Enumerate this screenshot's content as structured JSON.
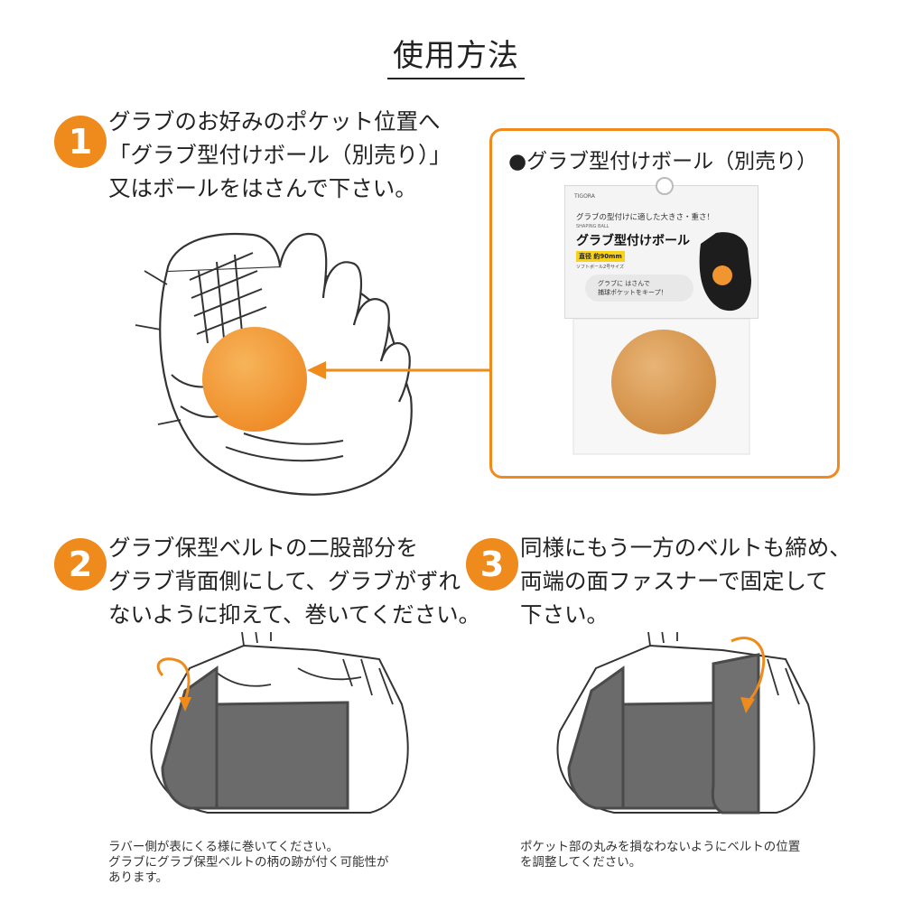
{
  "page": {
    "title": "使用方法"
  },
  "step1": {
    "number": "1",
    "lines": [
      "グラブのお好みのポケット位置へ",
      "「グラブ型付けボール（別売り）」",
      "又はボールをはさんで下さい。"
    ]
  },
  "ball_box": {
    "title": "●グラブ型付けボール（別売り）",
    "package": {
      "brand": "TIGORA",
      "tagline": "グラブの型付けに適した大きさ・重さ！",
      "sub_label": "SHAPING BALL",
      "product_name": "グラブ型付けボール",
      "size_label": "直径 約90mm",
      "size_note": "ソフトボール2号サイズ",
      "pill_lines": [
        "グラブに はさんで",
        "捕球ポケットをキープ！"
      ]
    }
  },
  "step2": {
    "number": "2",
    "lines": [
      "グラブ保型ベルトの二股部分を",
      "グラブ背面側にして、グラブがずれ",
      "ないように抑えて、巻いてください。"
    ],
    "note_lines": [
      "ラバー側が表にくる様に巻いてください。",
      "グラブにグラブ保型ベルトの柄の跡が付く可能性が",
      "あります。"
    ]
  },
  "step3": {
    "number": "3",
    "lines": [
      "同様にもう一方のベルトも締め、",
      "両端の面ファスナーで固定して",
      "下さい。"
    ],
    "note_lines": [
      "ポケット部の丸みを損なわないようにベルトの位置",
      "を調整してください。"
    ]
  },
  "colors": {
    "accent": "#ef8a1d",
    "belt": "#6b6b6b",
    "belt_edge": "#4a4a4a",
    "ball": "#f39a3a",
    "ball_pkg": "#d99a52"
  }
}
